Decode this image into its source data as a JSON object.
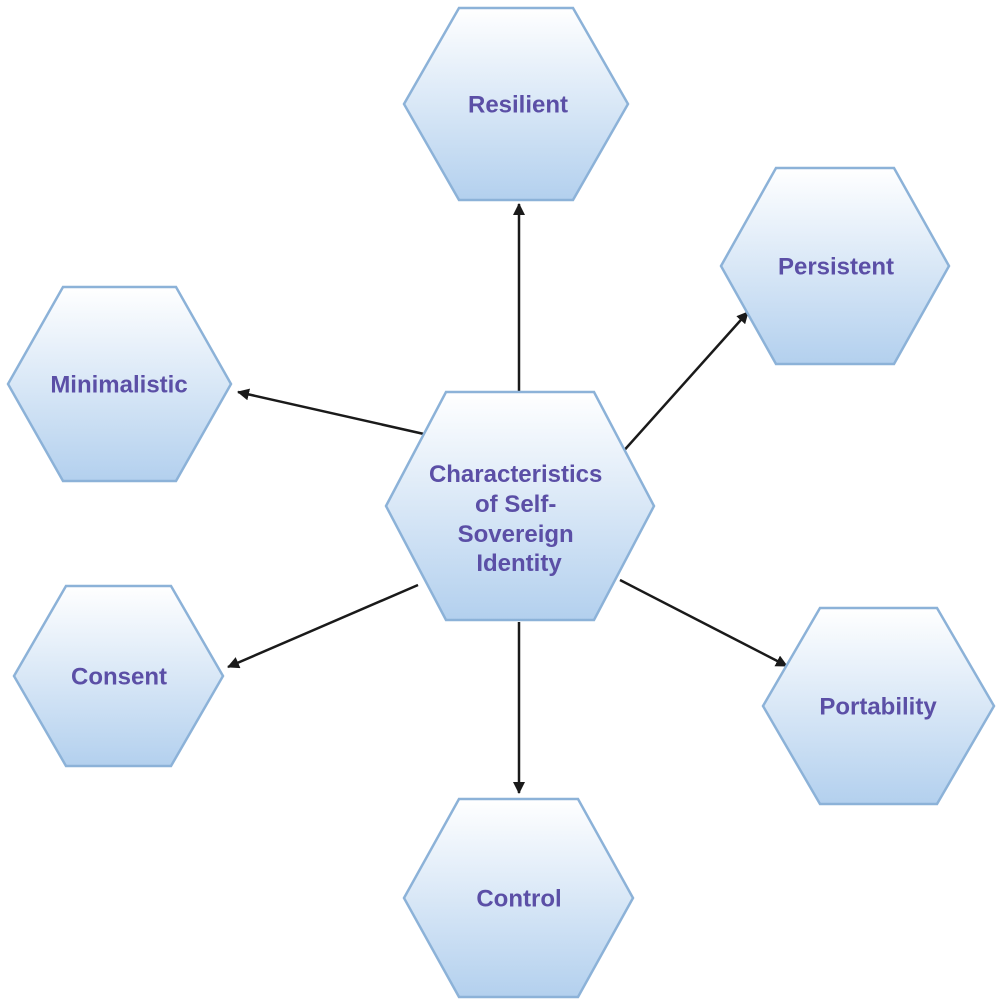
{
  "colors": {
    "text": "#5b4fa6",
    "hex_border": "#8cb2d8",
    "hex_fill_top": "#ffffff",
    "hex_fill_bottom": "#b3d0ee",
    "arrow": "#1a1a1a"
  },
  "center": {
    "label_lines": [
      "Characteristics",
      "of Self-",
      "Sovereign",
      "Identity"
    ]
  },
  "nodes": [
    {
      "id": "resilient",
      "label": "Resilient"
    },
    {
      "id": "persistent",
      "label": "Persistent"
    },
    {
      "id": "minimalistic",
      "label": "Minimalistic"
    },
    {
      "id": "consent",
      "label": "Consent"
    },
    {
      "id": "portability",
      "label": "Portability"
    },
    {
      "id": "control",
      "label": "Control"
    }
  ]
}
